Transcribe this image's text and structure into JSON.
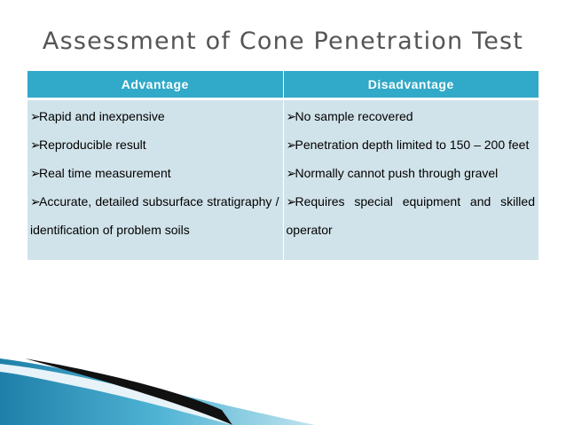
{
  "title": "Assessment of Cone Penetration Test",
  "table": {
    "headers": [
      "Advantage",
      "Disadvantage"
    ],
    "bullet": "➢",
    "advantages": [
      "Rapid and inexpensive",
      "Reproducible result",
      "Real time measurement",
      "Accurate, detailed subsurface stratigraphy / identification of problem soils"
    ],
    "disadvantages": [
      "No sample recovered",
      "Penetration depth limited to 150 – 200 feet",
      "Normally cannot push through gravel",
      "Requires special equipment and skilled operator"
    ]
  },
  "colors": {
    "header_bg": "#31a9c8",
    "cell_bg": "#d1e3ea",
    "title": "#555555"
  }
}
